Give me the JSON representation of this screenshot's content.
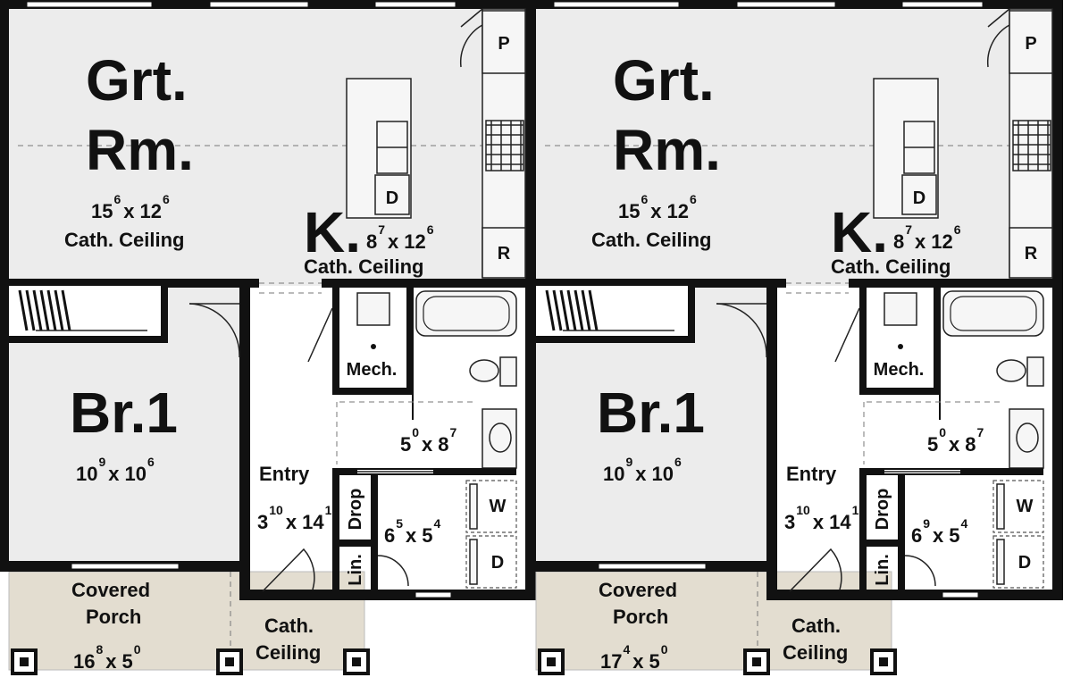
{
  "units": [
    {
      "great_room": {
        "name_line1": "Grt.",
        "name_line2": "Rm.",
        "dim_a": "15",
        "dim_a_sup": "6",
        "dim_b": "12",
        "dim_b_sup": "6",
        "ceiling": "Cath. Ceiling"
      },
      "kitchen": {
        "name": "K.",
        "dim_a": "8",
        "dim_a_sup": "7",
        "dim_b": "12",
        "dim_b_sup": "6",
        "ceiling": "Cath. Ceiling"
      },
      "pantry": "P",
      "refrigerator": "R",
      "dishwasher": "D",
      "bedroom": {
        "name": "Br.1",
        "dim_a": "10",
        "dim_a_sup": "9",
        "dim_b": "10",
        "dim_b_sup": "6"
      },
      "mech": "Mech.",
      "bath": {
        "dim_a": "5",
        "dim_a_sup": "0",
        "dim_b": "8",
        "dim_b_sup": "7"
      },
      "entry": {
        "name": "Entry",
        "dim_a": "3",
        "dim_a_sup": "10",
        "dim_b": "14",
        "dim_b_sup": "1"
      },
      "drop": "Drop",
      "linen": "Lin.",
      "laundry": {
        "dim_a": "6",
        "dim_a_sup": "5",
        "dim_b": "5",
        "dim_b_sup": "4",
        "washer": "W",
        "dryer": "D"
      },
      "porch": {
        "line1": "Covered",
        "line2": "Porch",
        "dim_a": "16",
        "dim_a_sup": "8",
        "dim_b": "5",
        "dim_b_sup": "0"
      },
      "porch_ceiling": {
        "line1": "Cath.",
        "line2": "Ceiling"
      }
    },
    {
      "great_room": {
        "name_line1": "Grt.",
        "name_line2": "Rm.",
        "dim_a": "15",
        "dim_a_sup": "6",
        "dim_b": "12",
        "dim_b_sup": "6",
        "ceiling": "Cath. Ceiling"
      },
      "kitchen": {
        "name": "K.",
        "dim_a": "8",
        "dim_a_sup": "7",
        "dim_b": "12",
        "dim_b_sup": "6",
        "ceiling": "Cath. Ceiling"
      },
      "pantry": "P",
      "refrigerator": "R",
      "dishwasher": "D",
      "bedroom": {
        "name": "Br.1",
        "dim_a": "10",
        "dim_a_sup": "9",
        "dim_b": "10",
        "dim_b_sup": "6"
      },
      "mech": "Mech.",
      "bath": {
        "dim_a": "5",
        "dim_a_sup": "0",
        "dim_b": "8",
        "dim_b_sup": "7"
      },
      "entry": {
        "name": "Entry",
        "dim_a": "3",
        "dim_a_sup": "10",
        "dim_b": "14",
        "dim_b_sup": "1"
      },
      "drop": "Drop",
      "linen": "Lin.",
      "laundry": {
        "dim_a": "6",
        "dim_a_sup": "9",
        "dim_b": "5",
        "dim_b_sup": "4",
        "washer": "W",
        "dryer": "D"
      },
      "porch": {
        "line1": "Covered",
        "line2": "Porch",
        "dim_a": "17",
        "dim_a_sup": "4",
        "dim_b": "5",
        "dim_b_sup": "0"
      },
      "porch_ceiling": {
        "line1": "Cath.",
        "line2": "Ceiling"
      }
    }
  ],
  "dimension_separator": "x"
}
